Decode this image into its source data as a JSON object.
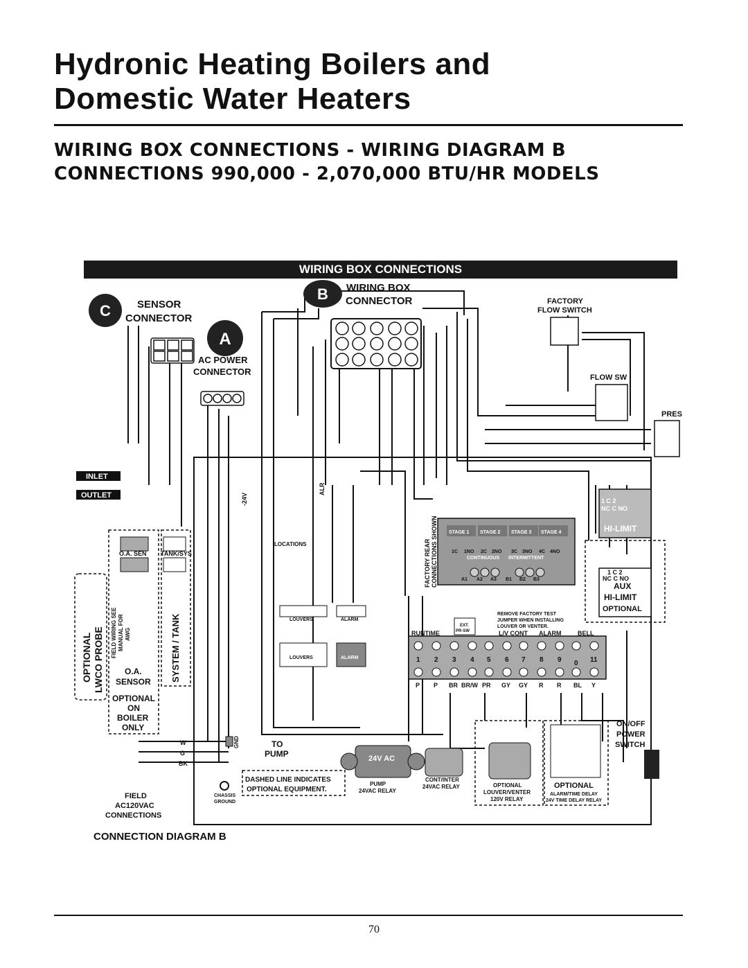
{
  "header": {
    "title_line1": "Hydronic Heating Boilers and",
    "title_line2": "Domestic Water Heaters",
    "subtitle_line1": "WIRING BOX CONNECTIONS - WIRING DIAGRAM B",
    "subtitle_line2": "CONNECTIONS  990,000 - 2,070,000 BTU/HR MODELS"
  },
  "diagram": {
    "bar_title": "WIRING BOX CONNECTIONS",
    "connector_b_letter": "B",
    "connector_b_label1": "WIRING BOX",
    "connector_b_label2": "CONNECTOR",
    "connector_c_letter": "C",
    "connector_c_label1": "SENSOR",
    "connector_c_label2": "CONNECTOR",
    "connector_a_letter": "A",
    "connector_a_label1": "AC POWER",
    "connector_a_label2": "CONNECTOR",
    "factory_flow_switch1": "FACTORY",
    "factory_flow_switch2": "FLOW SWITCH",
    "flow_sw": "FLOW SW",
    "pres": "PRES",
    "inlet": "INLET",
    "outlet": "OUTLET",
    "hi_limit": "HI-LIMIT",
    "aux": "AUX",
    "aux_hi_limit": "HI-LIMIT",
    "aux_optional": "OPTIONAL",
    "nc_c_no": "NC C NO",
    "c2_1": "1  C  2",
    "factory_rear1": "FACTORY REAR",
    "factory_rear2": "CONNECTIONS SHOWN",
    "optional_lwco1": "OPTIONAL",
    "optional_lwco2": "LWCO PROBE",
    "field_wiring1": "FIELD WIRING SEE",
    "field_wiring2": "MANUAL FOR",
    "field_wiring3": "AWG",
    "oa_sen": "O.A. SEN",
    "tank_sys": "TANK/SYS",
    "oa_sensor1": "O.A.",
    "oa_sensor2": "SENSOR",
    "system_tank": "SYSTEM / TANK",
    "optional_on_boiler1": "OPTIONAL",
    "optional_on_boiler2": "ON",
    "optional_on_boiler3": "BOILER",
    "optional_on_boiler4": "ONLY",
    "locations": "LOCATIONS",
    "louvers": "LOUVERS",
    "alarm": "ALARM",
    "alr": "ALR",
    "v24": "-24V",
    "runtime": "RUNTIME",
    "lv_cont": "L/V CONT",
    "alarm_terminal": "ALARM",
    "bell": "BELL",
    "ext_pr_sw1": "EXT.",
    "ext_pr_sw2": "PR-SW",
    "remove_jumper1": "REMOVE FACTORY TEST",
    "remove_jumper2": "JUMPER WHEN INSTALLING",
    "remove_jumper3": "LOUVER OR VENTER.",
    "terminal_numbers": [
      "1",
      "2",
      "3",
      "4",
      "5",
      "6",
      "7",
      "8",
      "9",
      "0",
      "11"
    ],
    "terminal_wires": [
      "P",
      "P",
      "BR",
      "BR/W",
      "PR",
      "GY",
      "GY",
      "R",
      "R",
      "BL",
      "Y"
    ],
    "stage_labels": [
      "STAGE 1",
      "STAGE 2",
      "STAGE 3",
      "STAGE 4"
    ],
    "stage_contacts": [
      "1C",
      "1NO",
      "2C",
      "2NO",
      "3C",
      "3NO",
      "4C",
      "4NO"
    ],
    "continuous": "CONTINUOUS",
    "intermittent": "INTERMITTENT",
    "ab_labels": [
      "A1",
      "A2",
      "A3",
      "B1",
      "B2",
      "B3"
    ],
    "to_pump1": "TO",
    "to_pump2": "PUMP",
    "v24_ac": "24V AC",
    "pump_relay1": "PUMP",
    "pump_relay2": "24VAC RELAY",
    "cont_inter1": "CONT/INTER",
    "cont_inter2": "24VAC RELAY",
    "optional_lv1": "OPTIONAL",
    "optional_lv2": "LOUVER/VENTER",
    "optional_lv3": "120V RELAY",
    "optional_delay1": "OPTIONAL",
    "optional_delay2": "ALARM/TIME DELAY",
    "optional_delay3": "24V TIME DELAY RELAY",
    "onoff1": "ON/OFF",
    "onoff2": "POWER",
    "onoff3": "SWITCH",
    "dashed1": "DASHED LINE INDICATES",
    "dashed2": "OPTIONAL EQUIPMENT.",
    "chassis1": "CHASSIS",
    "chassis2": "GROUND",
    "gnd": "GND",
    "field1": "FIELD",
    "field2": "AC120VAC",
    "field3": "CONNECTIONS",
    "connection_diagram": "CONNECTION DIAGRAM B",
    "wire_w": "W",
    "wire_g": "G",
    "wire_bk": "BK"
  },
  "footer": {
    "page_number": "70"
  }
}
